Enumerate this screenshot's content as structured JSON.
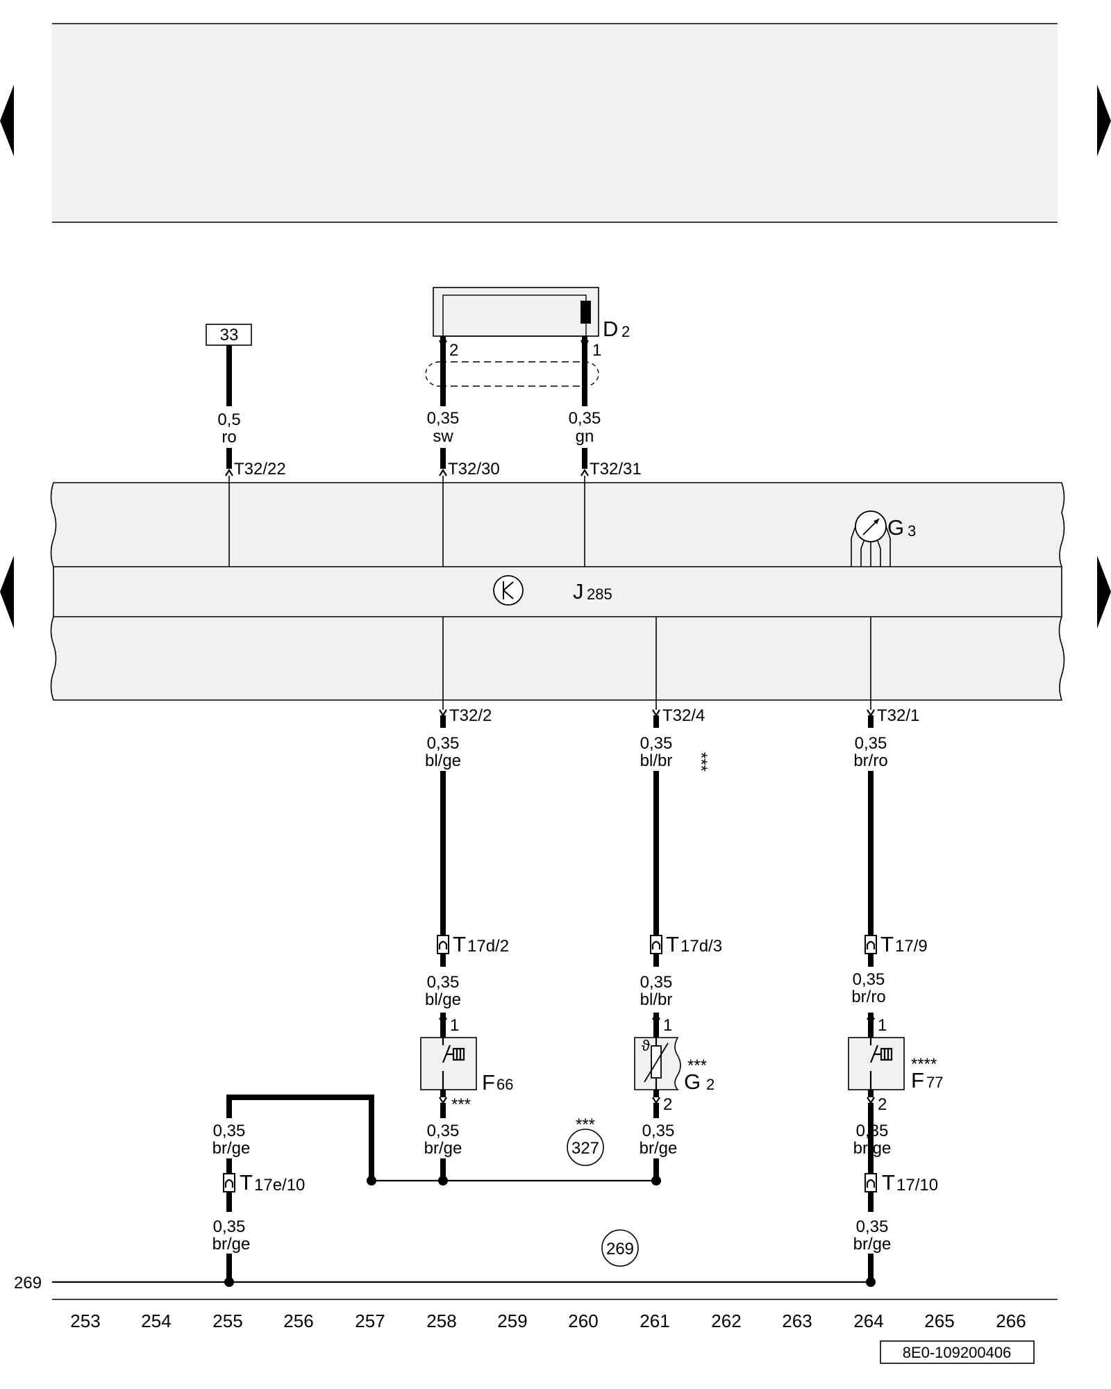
{
  "nav": {
    "arrows": [
      "left-triangle-icon",
      "right-triangle-icon"
    ]
  },
  "terminal": {
    "label": "33"
  },
  "components": {
    "d2": {
      "letter": "D",
      "sub": "2",
      "pin_left": "2",
      "pin_right": "1"
    },
    "g3": {
      "letter": "G",
      "sub": "3"
    },
    "j285": {
      "letter": "J",
      "sub": "285"
    },
    "f66": {
      "letter": "F",
      "sub": "66",
      "pin_top": "1",
      "stars": "***"
    },
    "g2": {
      "letter": "G",
      "sub": "2",
      "pin_top": "1",
      "pin_bottom": "2",
      "stars": "***"
    },
    "f77": {
      "letter": "F",
      "sub": "77",
      "pin_top": "1",
      "pin_bottom": "2",
      "stars": "****"
    }
  },
  "wires_top": [
    {
      "size": "0,5",
      "color": "ro",
      "connector": "T32/22"
    },
    {
      "size": "0,35",
      "color": "sw",
      "connector": "T32/30"
    },
    {
      "size": "0,35",
      "color": "gn",
      "connector": "T32/31"
    }
  ],
  "wires_bottom": [
    {
      "connector": "T32/2",
      "size": "0,35",
      "color": "bl/ge"
    },
    {
      "connector": "T32/4",
      "size": "0,35",
      "color": "bl/br",
      "stars": "***"
    },
    {
      "connector": "T32/1",
      "size": "0,35",
      "color": "br/ro"
    }
  ],
  "mid_connectors": [
    {
      "letter": "T",
      "sub": "17d/2",
      "size": "0,35",
      "color": "bl/ge"
    },
    {
      "letter": "T",
      "sub": "17d/3",
      "size": "0,35",
      "color": "bl/br"
    },
    {
      "letter": "T",
      "sub": "17/9",
      "size": "0,35",
      "color": "br/ro"
    }
  ],
  "ground_wires": [
    {
      "size": "0,35",
      "color": "br/ge"
    },
    {
      "size": "0,35",
      "color": "br/ge"
    },
    {
      "size": "0,35",
      "color": "br/ge"
    },
    {
      "size": "0,35",
      "color": "br/ge"
    }
  ],
  "left_branch": {
    "upper": {
      "size": "0,35",
      "color": "br/ge"
    },
    "connector": {
      "letter": "T",
      "sub": "17e/10"
    },
    "lower": {
      "size": "0,35",
      "color": "br/ge"
    }
  },
  "right_branch": {
    "connector": {
      "letter": "T",
      "sub": "17/10"
    },
    "lower": {
      "size": "0,35",
      "color": "br/ge"
    }
  },
  "refs": {
    "r327": {
      "stars": "***",
      "number": "327"
    },
    "r269": {
      "number": "269"
    }
  },
  "ground_line_label": "269",
  "ruler": [
    "253",
    "254",
    "255",
    "256",
    "257",
    "258",
    "259",
    "260",
    "261",
    "262",
    "263",
    "264",
    "265",
    "266"
  ],
  "doc_id": "8E0-109200406"
}
